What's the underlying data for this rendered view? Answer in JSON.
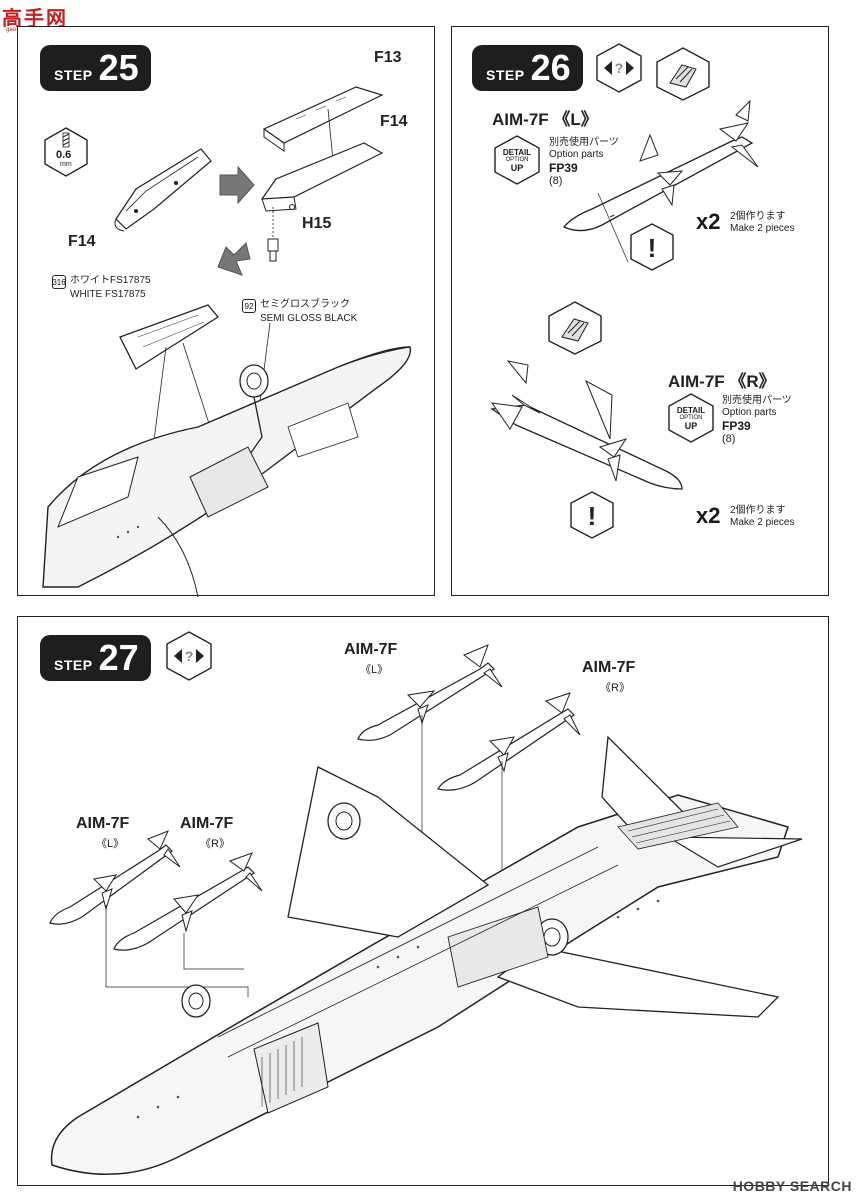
{
  "watermark": {
    "site_cn": "高手网",
    "site_url": "gao-shou.com",
    "brand": "HOBBY SEARCH"
  },
  "step25": {
    "step_word": "STEP",
    "step_num": "25",
    "drill": "0.6",
    "drill_unit": "mm",
    "parts": {
      "f13": "F13",
      "f14_top": "F14",
      "f14_left": "F14",
      "h15": "H15"
    },
    "paint1": {
      "num": "316",
      "jp": "ホワイトFS17875",
      "en": "WHITE FS17875"
    },
    "paint2": {
      "num": "92",
      "jp": "セミグロスブラック",
      "en": "SEMI GLOSS BLACK"
    }
  },
  "step26": {
    "step_word": "STEP",
    "step_num": "26",
    "left_missile": {
      "title": "AIM-7F 《L》",
      "detail": [
        "DETAIL",
        "OPTION",
        "UP"
      ],
      "opt_jp": "別売使用パーツ",
      "opt_en": "Option parts",
      "code": "FP39",
      "num": "(8)",
      "x2": "x2",
      "make_jp": "2個作ります",
      "make_en": "Make 2 pieces"
    },
    "right_missile": {
      "title": "AIM-7F 《R》",
      "detail": [
        "DETAIL",
        "OPTION",
        "UP"
      ],
      "opt_jp": "別売使用パーツ",
      "opt_en": "Option parts",
      "code": "FP39",
      "num": "(8)",
      "x2": "x2",
      "make_jp": "2個作ります",
      "make_en": "Make 2 pieces"
    }
  },
  "step27": {
    "step_word": "STEP",
    "step_num": "27",
    "missiles": [
      {
        "name": "AIM-7F",
        "side": "《L》"
      },
      {
        "name": "AIM-7F",
        "side": "《R》"
      },
      {
        "name": "AIM-7F",
        "side": "《L》"
      },
      {
        "name": "AIM-7F",
        "side": "《R》"
      }
    ]
  }
}
